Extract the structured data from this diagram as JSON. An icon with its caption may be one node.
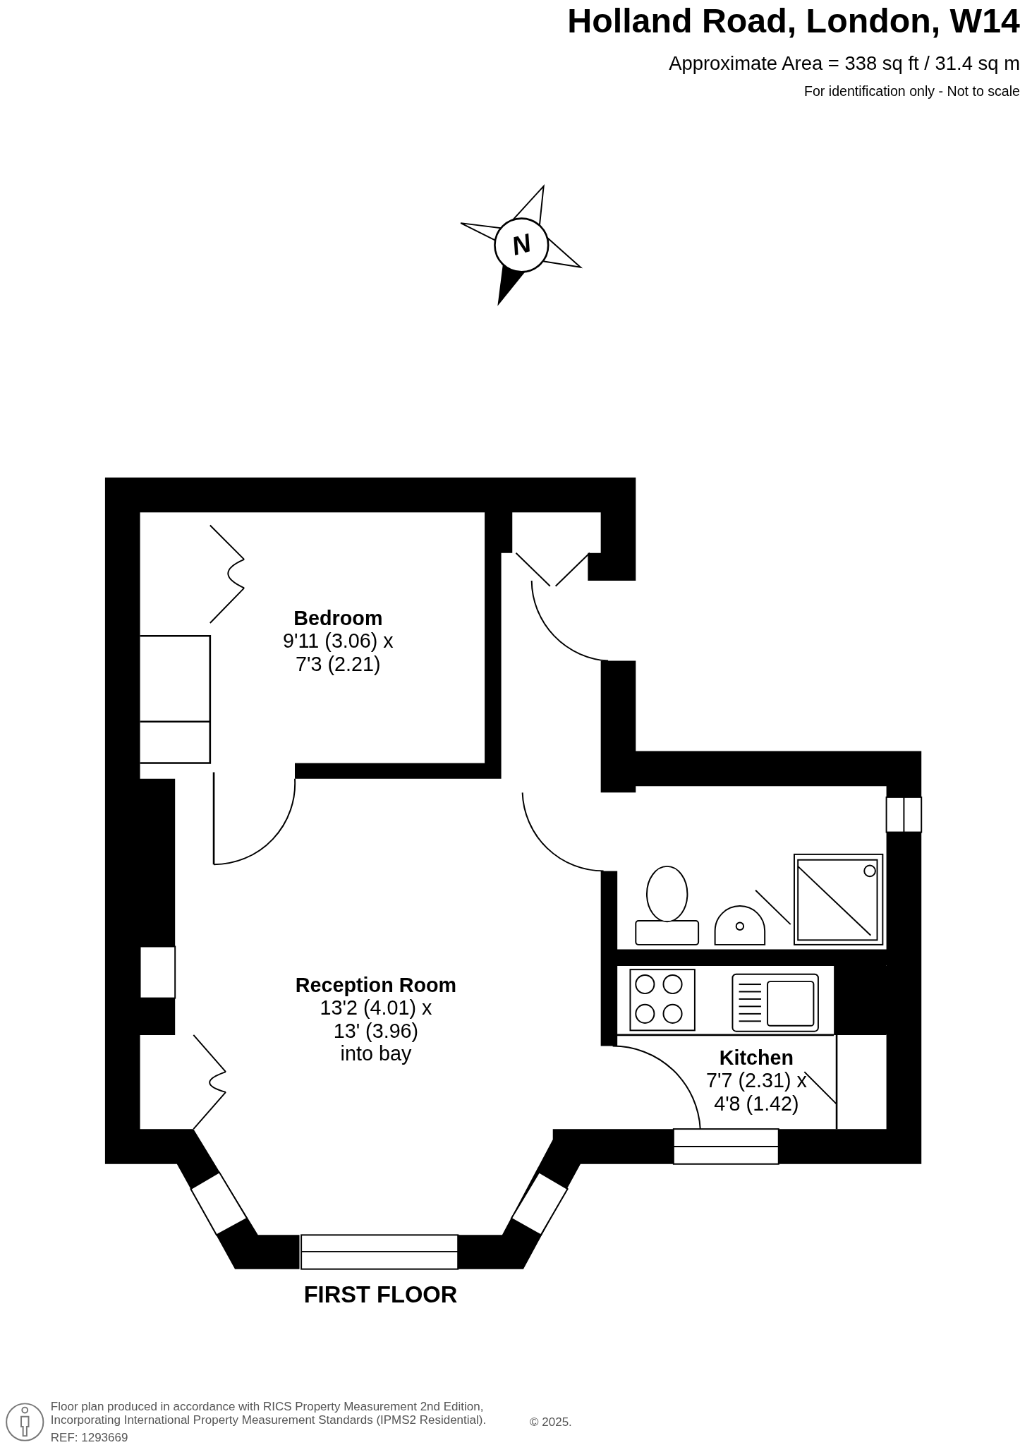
{
  "diagram": {
    "title": "Holland Road, London, W14",
    "nodes": [
      {
        "text": [
          "Bedroom",
          "9'11 (3.06) x 7'3 (2.21)"
        ]
      },
      {
        "text": [
          "Reception Room",
          "13'2 (4.01) x 13' (3.96) into bay"
        ]
      },
      {
        "text": [
          "Kitchen",
          "7'7 (2.31) x 4'8 (1.42)"
        ]
      }
    ],
    "labels": [
      "Approximate Area = 338 sq ft / 31.4 sq m",
      "For identification only - Not to scale",
      "N",
      "FIRST FLOOR",
      "Floor plan produced in accordance with RICS Property Measurement 2nd Edition, Incorporating International Property Measurement Standards (IPMS2 Residential).",
      "© 2025.",
      "REF: 1293669"
    ]
  }
}
